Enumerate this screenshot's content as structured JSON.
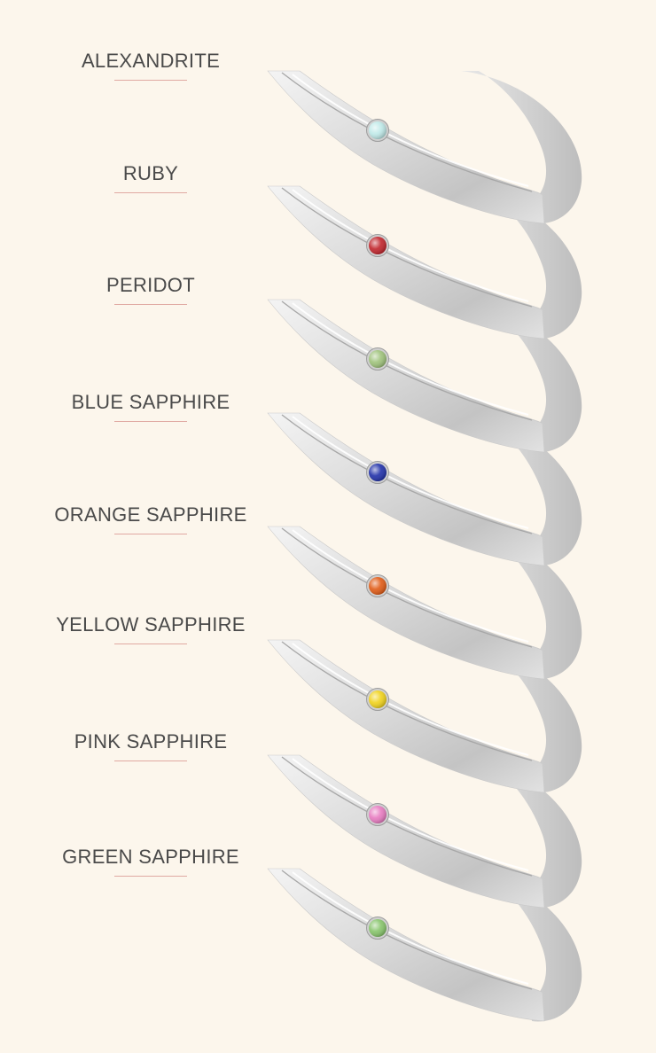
{
  "background_color": "#fcf6ec",
  "underline_color": "#e0a9a2",
  "metal_color": "#d6d6d6",
  "stones": [
    {
      "name": "ALEXANDRITE",
      "gem_color": "#bfe9e8"
    },
    {
      "name": "RUBY",
      "gem_color": "#c0232a"
    },
    {
      "name": "PERIDOT",
      "gem_color": "#9ec27a"
    },
    {
      "name": "BLUE SAPPHIRE",
      "gem_color": "#1f2fa8"
    },
    {
      "name": "ORANGE SAPPHIRE",
      "gem_color": "#e05a14"
    },
    {
      "name": "YELLOW SAPPHIRE",
      "gem_color": "#f0d21a"
    },
    {
      "name": "PINK SAPPHIRE",
      "gem_color": "#e77ac0"
    },
    {
      "name": "GREEN SAPPHIRE",
      "gem_color": "#86c46a"
    }
  ]
}
